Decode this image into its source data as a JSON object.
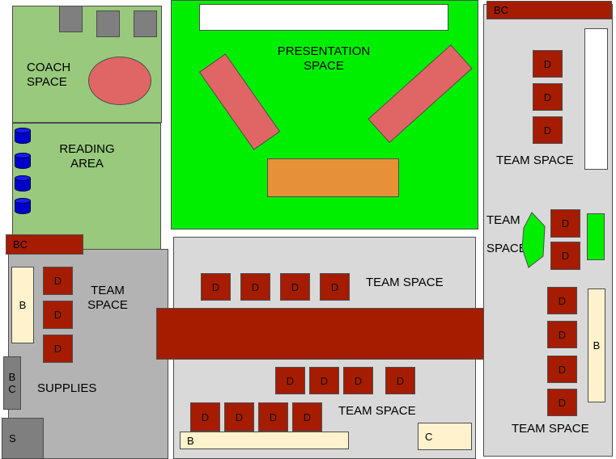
{
  "labels": {
    "coach_space": "COACH\nSPACE",
    "reading_area": "READING\nAREA",
    "presentation_space": "PRESENTATION\nSPACE",
    "team_space_stacked": "TEAM\nSPACE",
    "team_space": "TEAM SPACE",
    "team": "TEAM",
    "space": "SPACE",
    "supplies": "SUPPLIES"
  },
  "markers": {
    "desk": "D",
    "bc": "BC",
    "b": "B",
    "bc_vertical": "B\nC",
    "c": "C",
    "s": "S"
  },
  "colors": {
    "zone_green": "#98c97c",
    "zone_bright_green": "#00ef00",
    "zone_grey": "#b3b3b3",
    "zone_light_grey": "#d9d9d9",
    "desk_red": "#a51c00",
    "table_pink": "#e06666",
    "table_orange": "#e69138",
    "cream": "#fff2cc",
    "reading_blue": "#0000cc"
  }
}
